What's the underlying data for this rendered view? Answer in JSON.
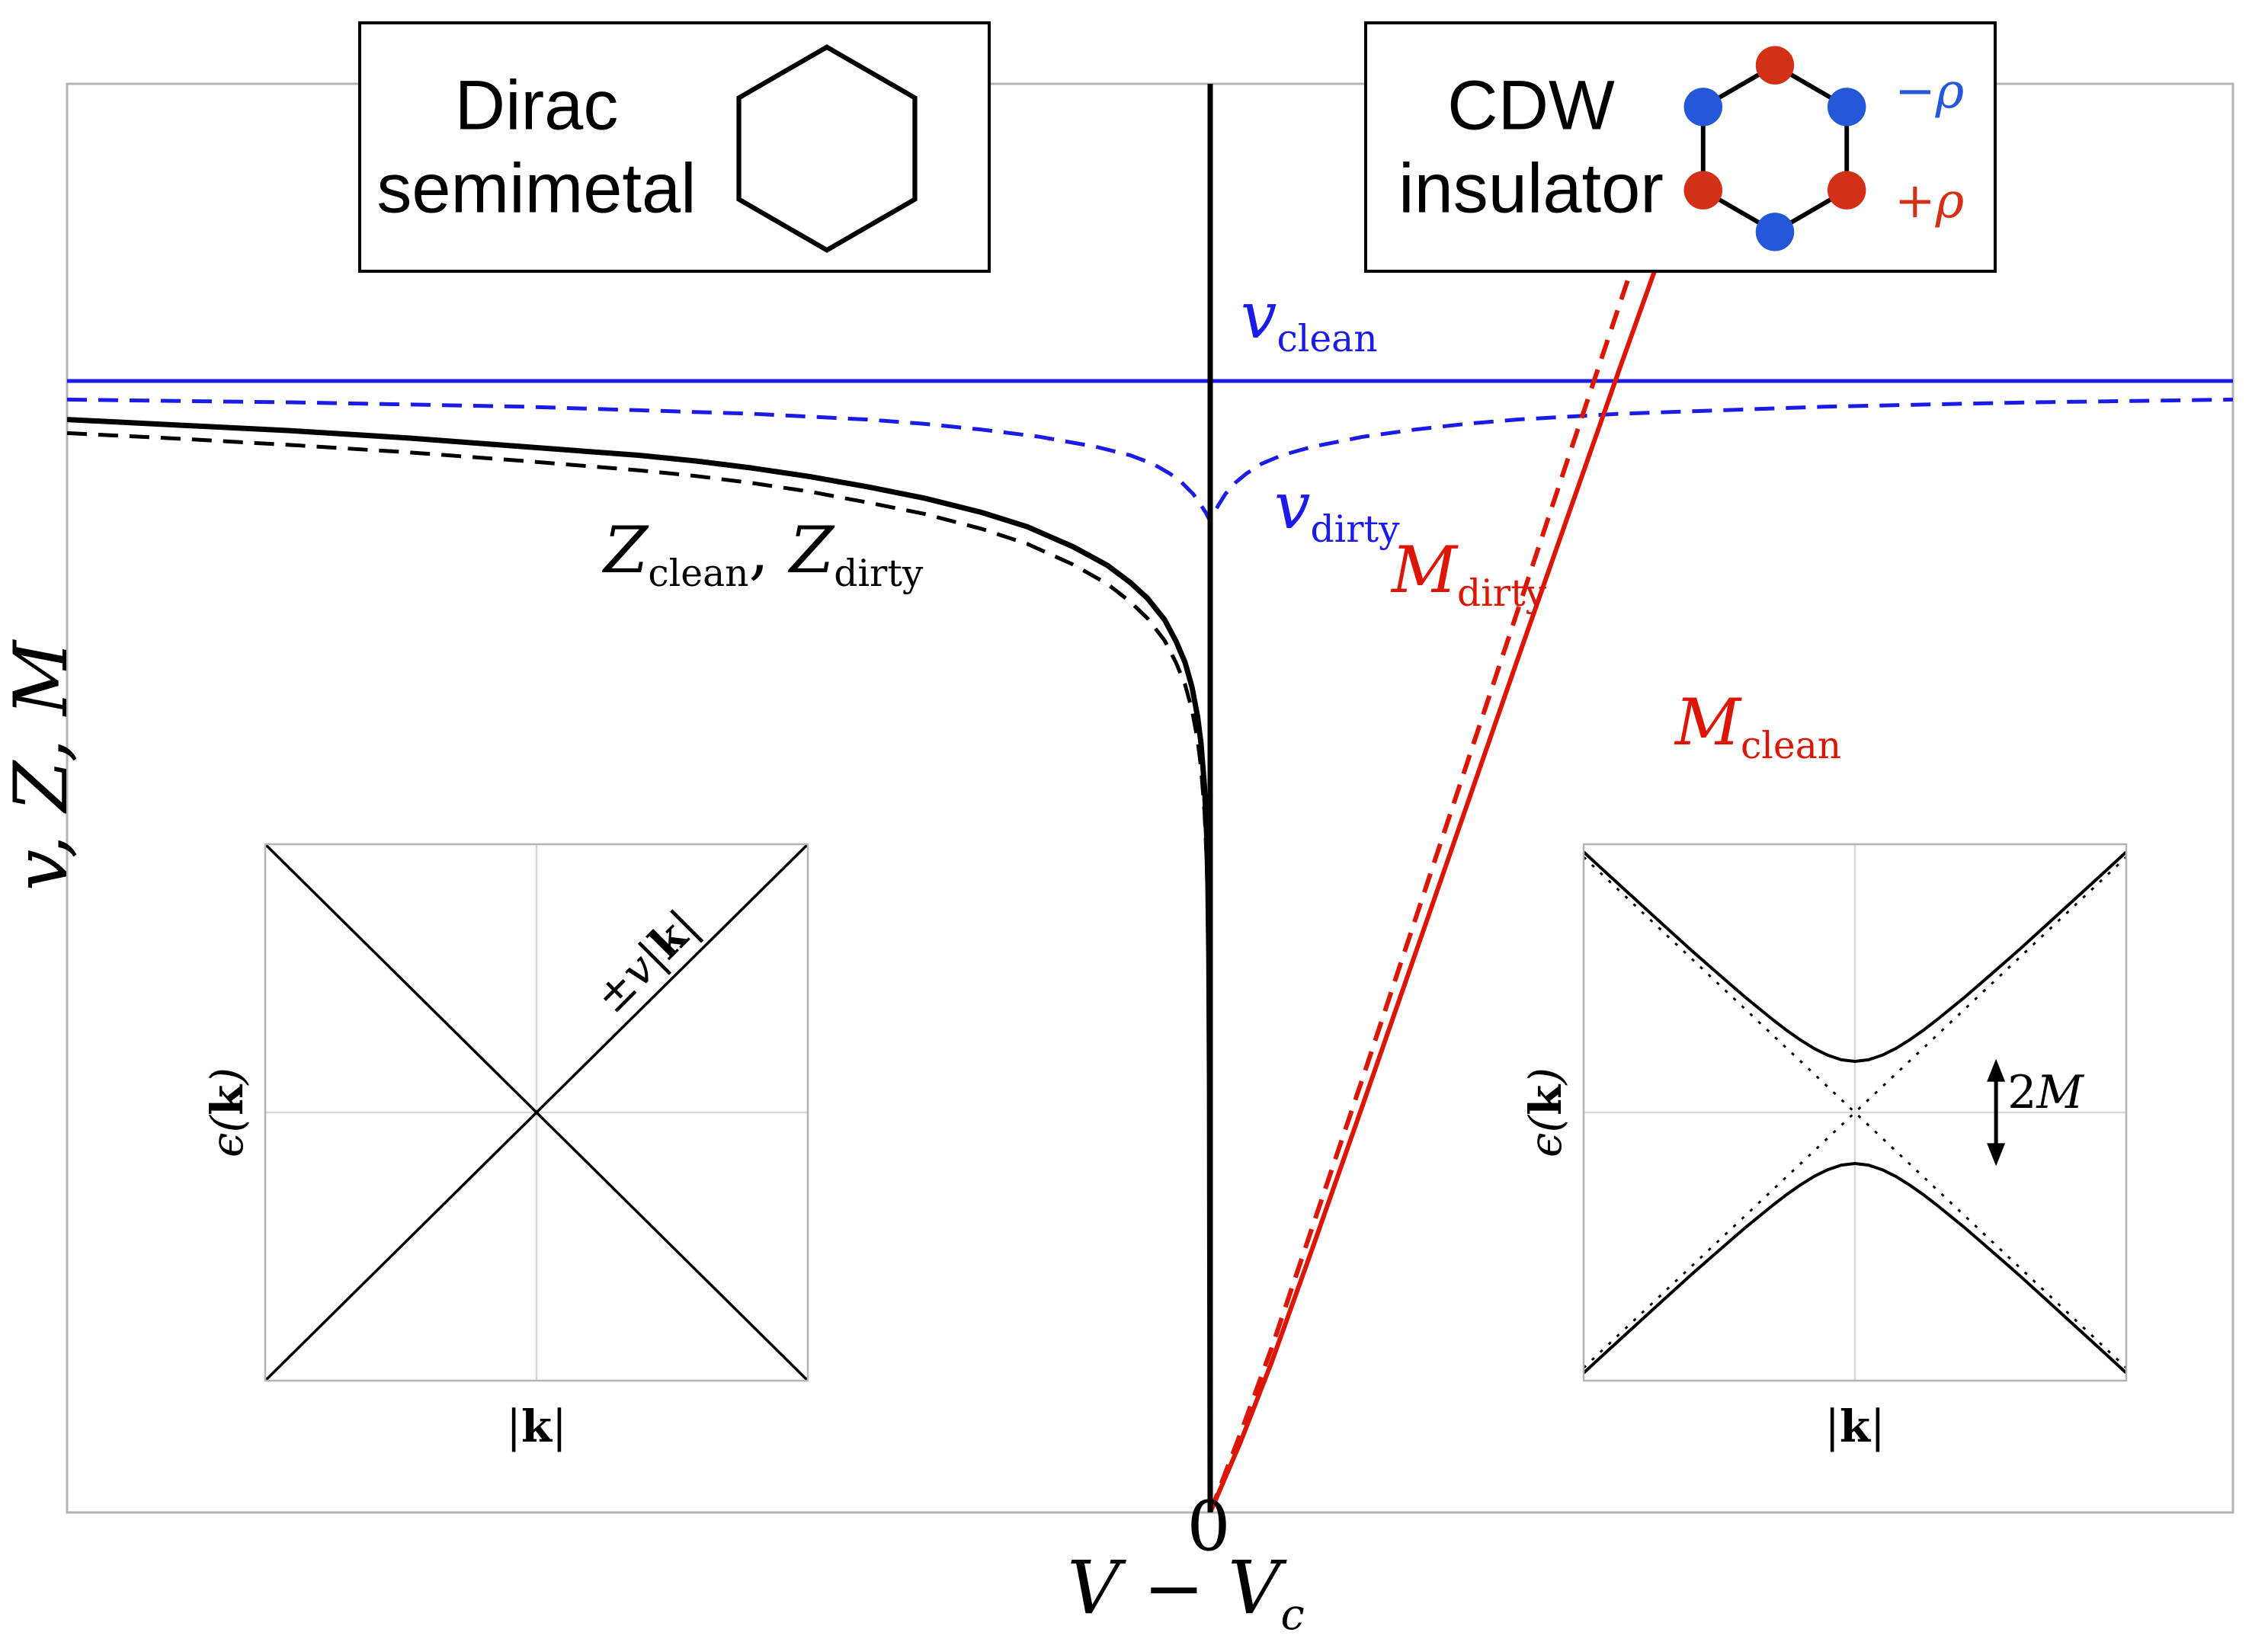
{
  "title_boxes": {
    "dirac": {
      "line1": "Dirac",
      "line2": "semimetal"
    },
    "cdw": {
      "line1": "CDW",
      "line2": "insulator",
      "minus_rho": "−ρ",
      "plus_rho": "+ρ"
    }
  },
  "axes": {
    "y_label": "v, Z, M",
    "x_label_main": "V − V",
    "x_label_sub": "c",
    "origin_tick": "0"
  },
  "curve_labels": {
    "v_clean": {
      "main": "v",
      "sub": "clean"
    },
    "v_dirty": {
      "main": "v",
      "sub": "dirty"
    },
    "Z_pair": {
      "main1": "Z",
      "sub1": "clean",
      "sep": ", ",
      "main2": "Z",
      "sub2": "dirty"
    },
    "M_dirty": {
      "main": "M",
      "sub": "dirty"
    },
    "M_clean": {
      "main": "M",
      "sub": "clean"
    }
  },
  "insets": {
    "left": {
      "eps_pre": "ϵ(",
      "eps_k": "k",
      "eps_post": ")",
      "k_pre": "|",
      "k_k": "k",
      "k_post": "|",
      "cone_pre": "±v|",
      "cone_k": "k",
      "cone_post": "|"
    },
    "right": {
      "eps_pre": "ϵ(",
      "eps_k": "k",
      "eps_post": ")",
      "k_pre": "|",
      "k_k": "k",
      "k_post": "|",
      "gap_pre": "2",
      "gap_M": "M"
    }
  },
  "colors": {
    "blue": "#1b1be8",
    "red": "#dc1607",
    "black": "#000000",
    "frame": "#b3b3b3",
    "grid": "#d8d8d8",
    "dot_red": "#d23118",
    "dot_blue": "#2458d8"
  },
  "chart_data": [
    {
      "id": "main",
      "type": "line",
      "title": "",
      "xlabel": "V − V_c",
      "ylabel": "v, Z, M",
      "xlim": [
        -1,
        1
      ],
      "ylim": [
        0,
        1
      ],
      "x_ticks": [
        {
          "value": 0,
          "label": "0"
        }
      ],
      "grid": false,
      "legend": "inline curve labels",
      "series": [
        {
          "name": "v_clean",
          "color": "blue",
          "style": "solid",
          "width": 5,
          "points": [
            [
              -1,
              0.792
            ],
            [
              1,
              0.792
            ]
          ]
        },
        {
          "name": "v_dirty",
          "color": "blue",
          "style": "dashed",
          "width": 5,
          "points": [
            [
              -1,
              0.779
            ],
            [
              -0.9,
              0.778
            ],
            [
              -0.8,
              0.777
            ],
            [
              -0.7,
              0.7755
            ],
            [
              -0.6,
              0.774
            ],
            [
              -0.5,
              0.7715
            ],
            [
              -0.4,
              0.769
            ],
            [
              -0.3,
              0.765
            ],
            [
              -0.25,
              0.762
            ],
            [
              -0.2,
              0.758
            ],
            [
              -0.15,
              0.753
            ],
            [
              -0.1,
              0.746
            ],
            [
              -0.07,
              0.74
            ],
            [
              -0.05,
              0.734
            ],
            [
              -0.035,
              0.727
            ],
            [
              -0.025,
              0.721
            ],
            [
              -0.015,
              0.713
            ],
            [
              -0.008,
              0.705
            ],
            [
              -0.004,
              0.7
            ],
            [
              0,
              0.694
            ],
            [
              0.004,
              0.7
            ],
            [
              0.008,
              0.705
            ],
            [
              0.015,
              0.713
            ],
            [
              0.025,
              0.721
            ],
            [
              0.035,
              0.727
            ],
            [
              0.05,
              0.734
            ],
            [
              0.07,
              0.74
            ],
            [
              0.1,
              0.746
            ],
            [
              0.15,
              0.753
            ],
            [
              0.2,
              0.758
            ],
            [
              0.25,
              0.762
            ],
            [
              0.3,
              0.765
            ],
            [
              0.4,
              0.769
            ],
            [
              0.5,
              0.7715
            ],
            [
              0.6,
              0.774
            ],
            [
              0.7,
              0.7755
            ],
            [
              0.8,
              0.777
            ],
            [
              0.9,
              0.778
            ],
            [
              1,
              0.779
            ]
          ]
        },
        {
          "name": "Z_clean",
          "color": "black",
          "style": "solid",
          "width": 7,
          "points": [
            [
              -1,
              0.765
            ],
            [
              -0.9,
              0.761
            ],
            [
              -0.8,
              0.757
            ],
            [
              -0.7,
              0.752
            ],
            [
              -0.6,
              0.746
            ],
            [
              -0.5,
              0.74
            ],
            [
              -0.45,
              0.736
            ],
            [
              -0.4,
              0.731
            ],
            [
              -0.35,
              0.725
            ],
            [
              -0.3,
              0.718
            ],
            [
              -0.25,
              0.71
            ],
            [
              -0.2,
              0.7
            ],
            [
              -0.16,
              0.69
            ],
            [
              -0.12,
              0.676
            ],
            [
              -0.09,
              0.663
            ],
            [
              -0.07,
              0.651
            ],
            [
              -0.055,
              0.64
            ],
            [
              -0.04,
              0.625
            ],
            [
              -0.03,
              0.61
            ],
            [
              -0.022,
              0.595
            ],
            [
              -0.016,
              0.578
            ],
            [
              -0.011,
              0.557
            ],
            [
              -0.008,
              0.538
            ],
            [
              -0.005,
              0.508
            ],
            [
              -0.003,
              0.472
            ],
            [
              -0.002,
              0.44
            ],
            [
              -0.0012,
              0.39
            ],
            [
              -0.0006,
              0.3
            ],
            [
              0,
              0
            ]
          ]
        },
        {
          "name": "Z_dirty",
          "color": "black",
          "style": "dashed",
          "width": 5,
          "points": [
            [
              -1,
              0.7555
            ],
            [
              -0.9,
              0.7515
            ],
            [
              -0.8,
              0.747
            ],
            [
              -0.7,
              0.742
            ],
            [
              -0.6,
              0.736
            ],
            [
              -0.5,
              0.7295
            ],
            [
              -0.45,
              0.7255
            ],
            [
              -0.4,
              0.7205
            ],
            [
              -0.35,
              0.7145
            ],
            [
              -0.3,
              0.707
            ],
            [
              -0.25,
              0.699
            ],
            [
              -0.2,
              0.6885
            ],
            [
              -0.16,
              0.678
            ],
            [
              -0.12,
              0.6635
            ],
            [
              -0.09,
              0.65
            ],
            [
              -0.07,
              0.6375
            ],
            [
              -0.055,
              0.626
            ],
            [
              -0.04,
              0.6105
            ],
            [
              -0.03,
              0.595
            ],
            [
              -0.022,
              0.5795
            ],
            [
              -0.016,
              0.562
            ],
            [
              -0.011,
              0.5405
            ],
            [
              -0.008,
              0.521
            ],
            [
              -0.005,
              0.4905
            ],
            [
              -0.003,
              0.4545
            ],
            [
              -0.002,
              0.4225
            ],
            [
              -0.0012,
              0.3725
            ],
            [
              -0.0006,
              0.2825
            ],
            [
              0,
              0
            ]
          ]
        },
        {
          "name": "M_dirty",
          "color": "red",
          "style": "dashed",
          "width": 6,
          "points": [
            [
              0,
              0
            ],
            [
              0.03,
              0.056
            ],
            [
              0.06,
              0.115
            ],
            [
              0.1,
              0.2
            ],
            [
              0.15,
              0.306
            ],
            [
              0.2,
              0.414
            ],
            [
              0.25,
              0.522
            ],
            [
              0.3,
              0.63
            ],
            [
              0.35,
              0.738
            ],
            [
              0.4,
              0.845
            ],
            [
              0.44,
              0.93
            ],
            [
              0.47,
              1.0
            ]
          ]
        },
        {
          "name": "M_clean",
          "color": "red",
          "style": "solid",
          "width": 6,
          "points": [
            [
              0,
              0
            ],
            [
              0.03,
              0.05
            ],
            [
              0.06,
              0.105
            ],
            [
              0.1,
              0.185
            ],
            [
              0.15,
              0.287
            ],
            [
              0.2,
              0.39
            ],
            [
              0.25,
              0.493
            ],
            [
              0.3,
              0.596
            ],
            [
              0.35,
              0.698
            ],
            [
              0.4,
              0.8
            ],
            [
              0.45,
              0.9
            ],
            [
              0.5,
              1.0
            ]
          ]
        }
      ],
      "annotations": [
        {
          "type": "vline",
          "x": 0,
          "color": "black",
          "width": 7,
          "name": "phase-transition-line"
        }
      ]
    },
    {
      "id": "inset_dirac",
      "type": "line",
      "title": "Dirac semimetal dispersion",
      "xlabel": "|k|",
      "ylabel": "ϵ(k)",
      "xlim": [
        -1,
        1
      ],
      "ylim": [
        -1,
        1
      ],
      "grid": "center-cross",
      "cone_label": "±v|k|",
      "series": [
        {
          "name": "band-plus-v-k",
          "color": "black",
          "style": "solid",
          "width": 3.5,
          "points": [
            [
              -1,
              -1
            ],
            [
              1,
              1
            ]
          ]
        },
        {
          "name": "band-minus-v-k",
          "color": "black",
          "style": "solid",
          "width": 3.5,
          "points": [
            [
              -1,
              1
            ],
            [
              1,
              -1
            ]
          ]
        }
      ],
      "annotations": []
    },
    {
      "id": "inset_gapped",
      "type": "line",
      "title": "CDW insulator dispersion",
      "xlabel": "|k|",
      "ylabel": "ϵ(k)",
      "xlim": [
        -1,
        1
      ],
      "ylim": [
        -1.05,
        1.05
      ],
      "grid": "center-cross",
      "gap_parameter_M": 0.2,
      "series": [
        {
          "name": "upper-band",
          "color": "black",
          "style": "solid",
          "width": 4,
          "points": [
            [
              -1,
              1.02
            ],
            [
              -0.9,
              0.922
            ],
            [
              -0.8,
              0.825
            ],
            [
              -0.7,
              0.728
            ],
            [
              -0.6,
              0.632
            ],
            [
              -0.5,
              0.539
            ],
            [
              -0.4,
              0.447
            ],
            [
              -0.3,
              0.361
            ],
            [
              -0.25,
              0.32
            ],
            [
              -0.2,
              0.283
            ],
            [
              -0.15,
              0.25
            ],
            [
              -0.1,
              0.224
            ],
            [
              -0.05,
              0.206
            ],
            [
              0,
              0.2
            ],
            [
              0.05,
              0.206
            ],
            [
              0.1,
              0.224
            ],
            [
              0.15,
              0.25
            ],
            [
              0.2,
              0.283
            ],
            [
              0.25,
              0.32
            ],
            [
              0.3,
              0.361
            ],
            [
              0.4,
              0.447
            ],
            [
              0.5,
              0.539
            ],
            [
              0.6,
              0.632
            ],
            [
              0.7,
              0.728
            ],
            [
              0.8,
              0.825
            ],
            [
              0.9,
              0.922
            ],
            [
              1,
              1.02
            ]
          ]
        },
        {
          "name": "lower-band",
          "color": "black",
          "style": "solid",
          "width": 4,
          "points": [
            [
              -1,
              -1.02
            ],
            [
              -0.9,
              -0.922
            ],
            [
              -0.8,
              -0.825
            ],
            [
              -0.7,
              -0.728
            ],
            [
              -0.6,
              -0.632
            ],
            [
              -0.5,
              -0.539
            ],
            [
              -0.4,
              -0.447
            ],
            [
              -0.3,
              -0.361
            ],
            [
              -0.25,
              -0.32
            ],
            [
              -0.2,
              -0.283
            ],
            [
              -0.15,
              -0.25
            ],
            [
              -0.1,
              -0.224
            ],
            [
              -0.05,
              -0.206
            ],
            [
              0,
              -0.2
            ],
            [
              0.05,
              -0.206
            ],
            [
              0.1,
              -0.224
            ],
            [
              0.15,
              -0.25
            ],
            [
              0.2,
              -0.283
            ],
            [
              0.25,
              -0.32
            ],
            [
              0.3,
              -0.361
            ],
            [
              0.4,
              -0.447
            ],
            [
              0.5,
              -0.539
            ],
            [
              0.6,
              -0.632
            ],
            [
              0.7,
              -0.728
            ],
            [
              0.8,
              -0.825
            ],
            [
              0.9,
              -0.922
            ],
            [
              1,
              -1.02
            ]
          ]
        },
        {
          "name": "asymptote-plus",
          "color": "black",
          "style": "dotted",
          "width": 3,
          "points": [
            [
              -1,
              -1
            ],
            [
              1,
              1
            ]
          ]
        },
        {
          "name": "asymptote-minus",
          "color": "black",
          "style": "dotted",
          "width": 3,
          "points": [
            [
              -1,
              1
            ],
            [
              1,
              -1
            ]
          ]
        }
      ],
      "annotations": [
        {
          "type": "vertical_double_arrow",
          "x": 0.52,
          "y1": -0.21,
          "y2": 0.21,
          "color": "black",
          "label": "2M",
          "name": "gap-2M-arrow"
        }
      ]
    }
  ]
}
